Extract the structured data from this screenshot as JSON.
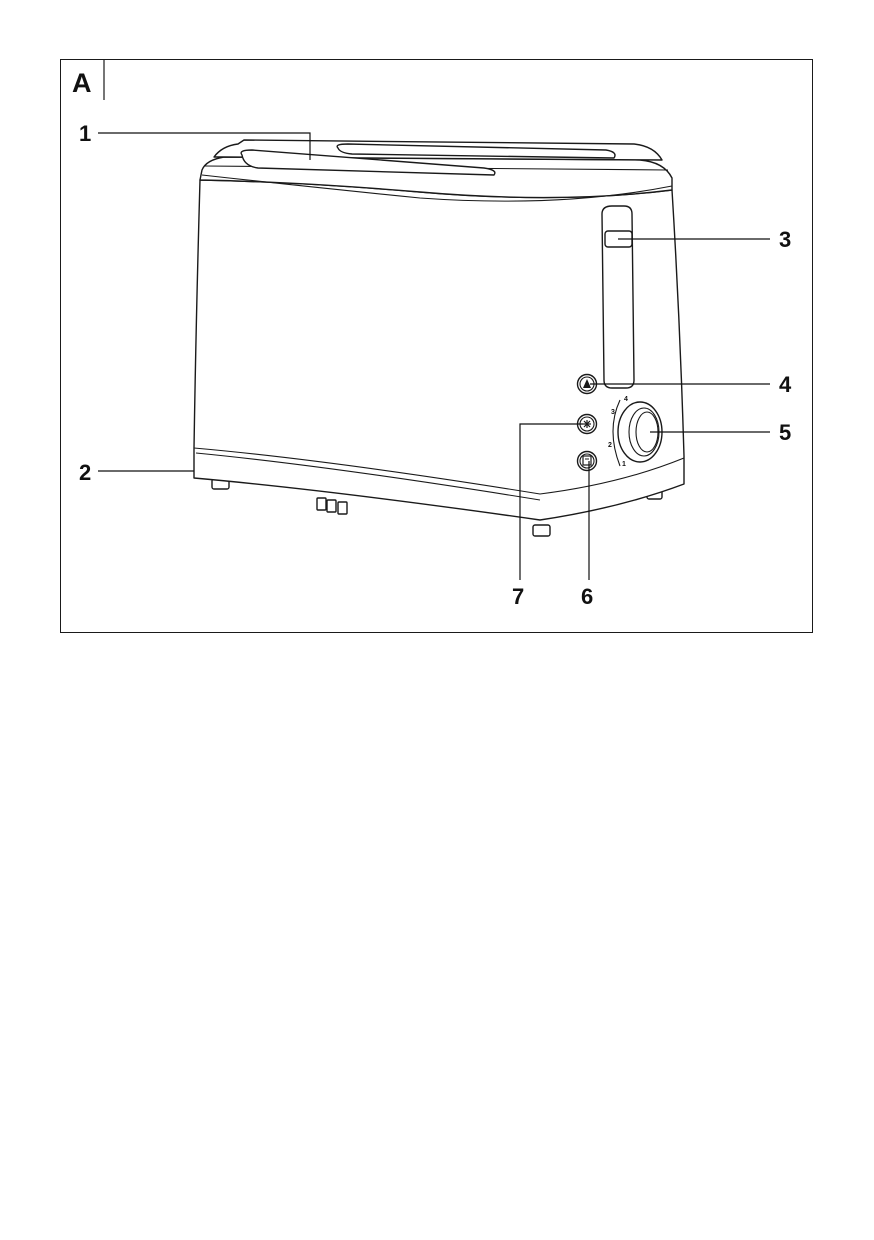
{
  "panel": {
    "letter": "A"
  },
  "callouts": [
    {
      "id": "1",
      "label": "1"
    },
    {
      "id": "2",
      "label": "2"
    },
    {
      "id": "3",
      "label": "3"
    },
    {
      "id": "4",
      "label": "4"
    },
    {
      "id": "5",
      "label": "5"
    },
    {
      "id": "6",
      "label": "6"
    },
    {
      "id": "7",
      "label": "7"
    }
  ],
  "dial": {
    "marks": [
      "1",
      "2",
      "3",
      "4"
    ]
  },
  "colors": {
    "line": "#1a1a1a",
    "background": "#ffffff"
  }
}
